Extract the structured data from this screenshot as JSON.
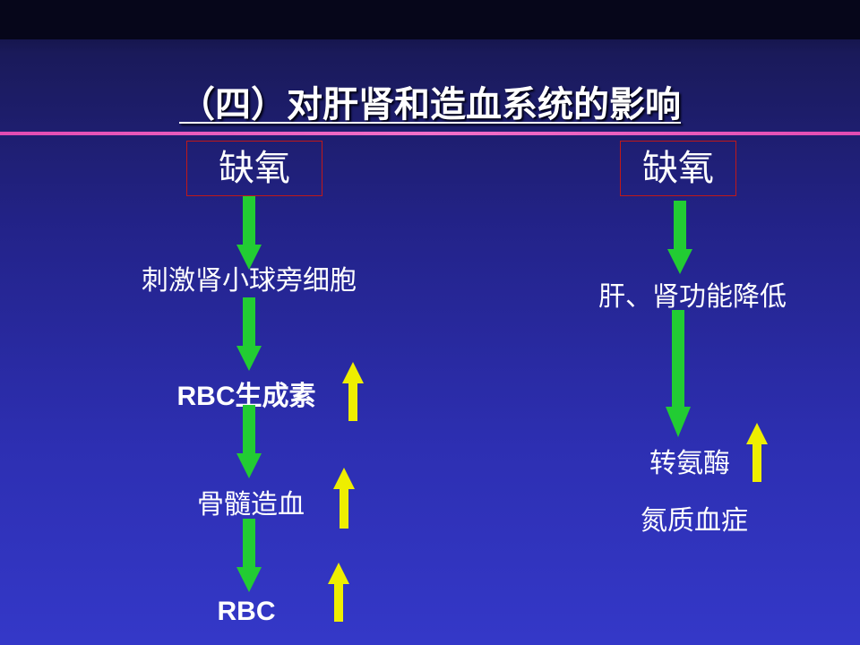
{
  "title": "（四）对肝肾和造血系统的影响",
  "left": {
    "box": "缺氧",
    "steps": [
      "刺激肾小球旁细胞",
      "RBC生成素",
      "骨髓造血",
      "RBC"
    ]
  },
  "right": {
    "box": "缺氧",
    "steps": [
      "肝、肾功能降低",
      "转氨酶",
      "氮质血症"
    ]
  },
  "colors": {
    "flow_arrow": "#22cc33",
    "increase_arrow": "#eeee00",
    "box_border": "#c01818",
    "divider": "#e24bb2"
  },
  "icons": {
    "flow": "down-arrow-icon",
    "increase": "up-arrow-icon"
  }
}
